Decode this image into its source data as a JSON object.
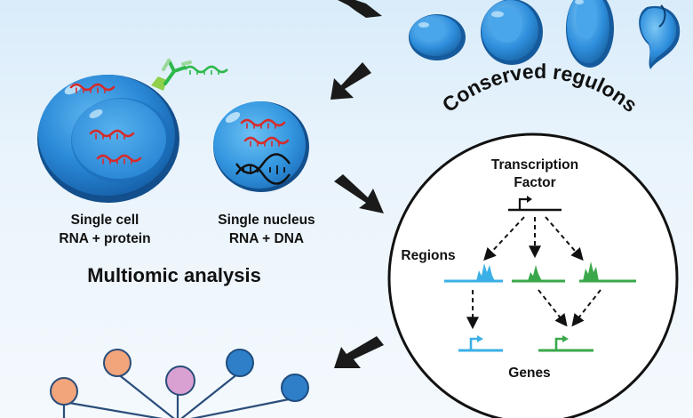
{
  "cells": {
    "single_cell": {
      "line1": "Single cell",
      "line2": "RNA + protein"
    },
    "single_nucleus": {
      "line1": "Single nucleus",
      "line2": "RNA + DNA"
    }
  },
  "multiomic_title": "Multiomic analysis",
  "regulon": {
    "title": "Conserved regulons",
    "tf_line1": "Transcription",
    "tf_line2": "Factor",
    "regions_label": "Regions",
    "genes_label": "Genes"
  },
  "colors": {
    "cell_blue": "#1e7fd0",
    "rna_red": "#d62b2b",
    "antibody_green": "#2db84c",
    "region_blue": "#3ab0e6",
    "region_green": "#3aa84a",
    "node_orange": "#f2a47a",
    "node_pink": "#d9a1d1",
    "node_blue": "#2f7fc8",
    "arrow": "#1a1a1a"
  }
}
